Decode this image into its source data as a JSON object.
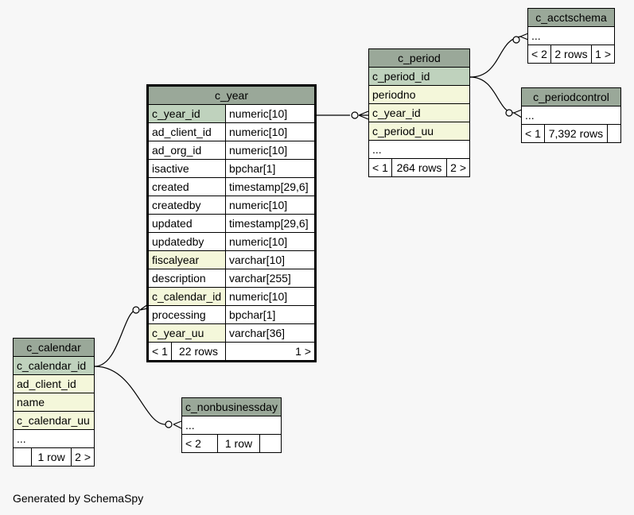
{
  "footer": "Generated by SchemaSpy",
  "c_year": {
    "name": "c_year",
    "columns": [
      {
        "name": "c_year_id",
        "type": "numeric[10]"
      },
      {
        "name": "ad_client_id",
        "type": "numeric[10]"
      },
      {
        "name": "ad_org_id",
        "type": "numeric[10]"
      },
      {
        "name": "isactive",
        "type": "bpchar[1]"
      },
      {
        "name": "created",
        "type": "timestamp[29,6]"
      },
      {
        "name": "createdby",
        "type": "numeric[10]"
      },
      {
        "name": "updated",
        "type": "timestamp[29,6]"
      },
      {
        "name": "updatedby",
        "type": "numeric[10]"
      },
      {
        "name": "fiscalyear",
        "type": "varchar[10]"
      },
      {
        "name": "description",
        "type": "varchar[255]"
      },
      {
        "name": "c_calendar_id",
        "type": "numeric[10]"
      },
      {
        "name": "processing",
        "type": "bpchar[1]"
      },
      {
        "name": "c_year_uu",
        "type": "varchar[36]"
      }
    ],
    "footer": {
      "parents": "< 1",
      "rows": "22 rows",
      "children": "1 >"
    }
  },
  "c_period": {
    "name": "c_period",
    "columns": [
      "c_period_id",
      "periodno",
      "c_year_id",
      "c_period_uu",
      "..."
    ],
    "footer": {
      "parents": "< 1",
      "rows": "264 rows",
      "children": "2 >"
    }
  },
  "c_acctschema": {
    "name": "c_acctschema",
    "columns": [
      "..."
    ],
    "footer": {
      "parents": "< 2",
      "rows": "2 rows",
      "children": "1 >"
    }
  },
  "c_periodcontrol": {
    "name": "c_periodcontrol",
    "columns": [
      "..."
    ],
    "footer": {
      "parents": "< 1",
      "rows": "7,392 rows",
      "children": ""
    }
  },
  "c_calendar": {
    "name": "c_calendar",
    "columns": [
      "c_calendar_id",
      "ad_client_id",
      "name",
      "c_calendar_uu",
      "..."
    ],
    "footer": {
      "parents": "",
      "rows": "1 row",
      "children": "2 >"
    }
  },
  "c_nonbusinessday": {
    "name": "c_nonbusinessday",
    "columns": [
      "..."
    ],
    "footer": {
      "parents": "< 2",
      "rows": "1 row",
      "children": ""
    }
  },
  "colors": {
    "header": "#9aa899",
    "primary_key": "#bfd2bd",
    "foreign_key": "#f4f7da",
    "background": "#f7f7f7"
  }
}
